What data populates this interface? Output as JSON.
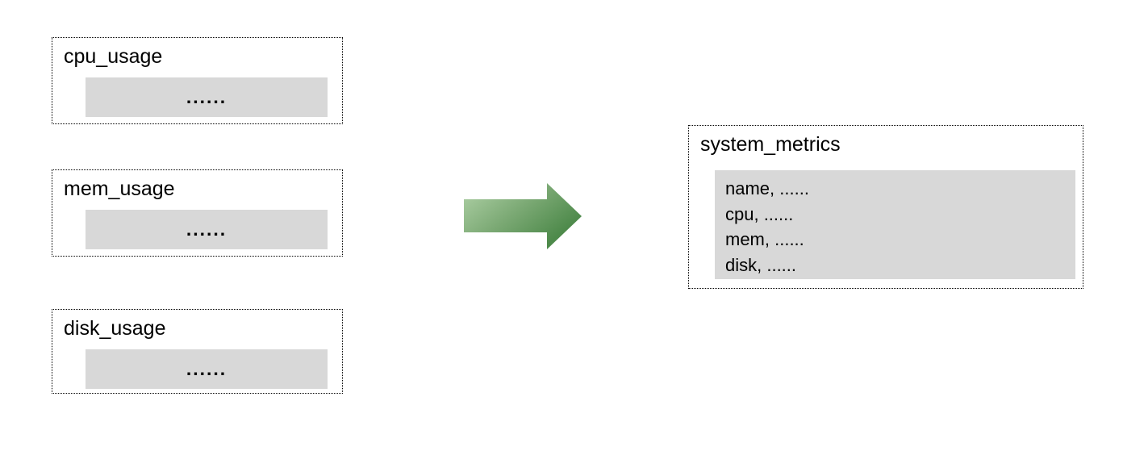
{
  "diagram": {
    "source_tables": [
      {
        "title": "cpu_usage",
        "body": "......"
      },
      {
        "title": "mem_usage",
        "body": "......"
      },
      {
        "title": "disk_usage",
        "body": "......"
      }
    ],
    "result_table": {
      "title": "system_metrics",
      "rows": [
        "name, ......",
        "cpu, ......",
        "mem, ......",
        "disk, ......"
      ]
    },
    "arrow": {
      "direction": "right",
      "gradient_start": "#b2d3a9",
      "gradient_end": "#4e8a4b"
    },
    "colors": {
      "panel_fill": "#d8d8d8",
      "border": "#000000",
      "background": "#ffffff",
      "text": "#000000"
    }
  }
}
